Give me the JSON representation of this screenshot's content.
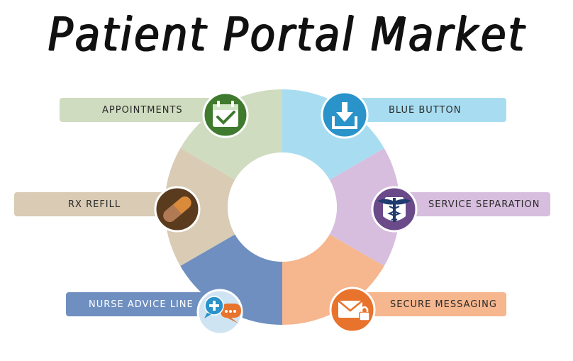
{
  "title": "Patient Portal Market",
  "items": [
    {
      "label": "APPOINTMENTS",
      "icon": "calendar-check-icon",
      "color": "#cfdcbf",
      "icon_color": "#3f7a2e"
    },
    {
      "label": "BLUE BUTTON",
      "icon": "download-icon",
      "color": "#a8ddf1",
      "icon_color": "#2a93c9"
    },
    {
      "label": "SERVICE SEPARATION",
      "icon": "caduceus-icon",
      "color": "#d7bede",
      "icon_color": "#6b4a8a"
    },
    {
      "label": "SECURE MESSAGING",
      "icon": "envelope-lock-icon",
      "color": "#f6b68e",
      "icon_color": "#e8732c"
    },
    {
      "label": "NURSE ADVICE LINE",
      "icon": "chat-bubbles-icon",
      "color": "#6f8fc0",
      "icon_color": "#cfe4f3"
    },
    {
      "label": "RX REFILL",
      "icon": "pill-capsule-icon",
      "color": "#d9cbb4",
      "icon_color": "#5a3b1e"
    }
  ]
}
